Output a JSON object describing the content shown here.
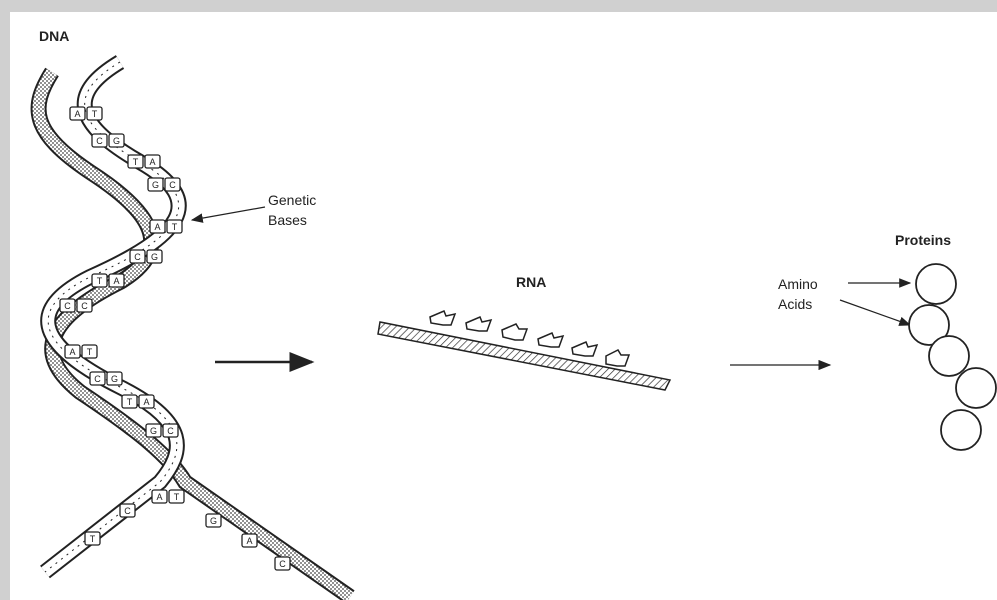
{
  "labels": {
    "dna": "DNA",
    "genetic_bases_line1": "Genetic",
    "genetic_bases_line2": "Bases",
    "rna": "RNA",
    "proteins": "Proteins",
    "amino_line1": "Amino",
    "amino_line2": "Acids"
  },
  "dna_pairs": [
    {
      "left": "A",
      "right": "T"
    },
    {
      "left": "C",
      "right": "G"
    },
    {
      "left": "T",
      "right": "A"
    },
    {
      "left": "G",
      "right": "C"
    },
    {
      "left": "A",
      "right": "T"
    },
    {
      "left": "C",
      "right": "G"
    },
    {
      "left": "T",
      "right": "A"
    },
    {
      "left": "C",
      "right": "C"
    },
    {
      "left": "A",
      "right": "T"
    },
    {
      "left": "C",
      "right": "G"
    },
    {
      "left": "T",
      "right": "A"
    },
    {
      "left": "G",
      "right": "C"
    },
    {
      "left": "A",
      "right": "T"
    }
  ],
  "unpaired_bases": [
    "C",
    "T",
    "G",
    "A",
    "C"
  ],
  "colors": {
    "ink": "#222222",
    "frame": "#d0d0d0",
    "paper": "#ffffff"
  }
}
